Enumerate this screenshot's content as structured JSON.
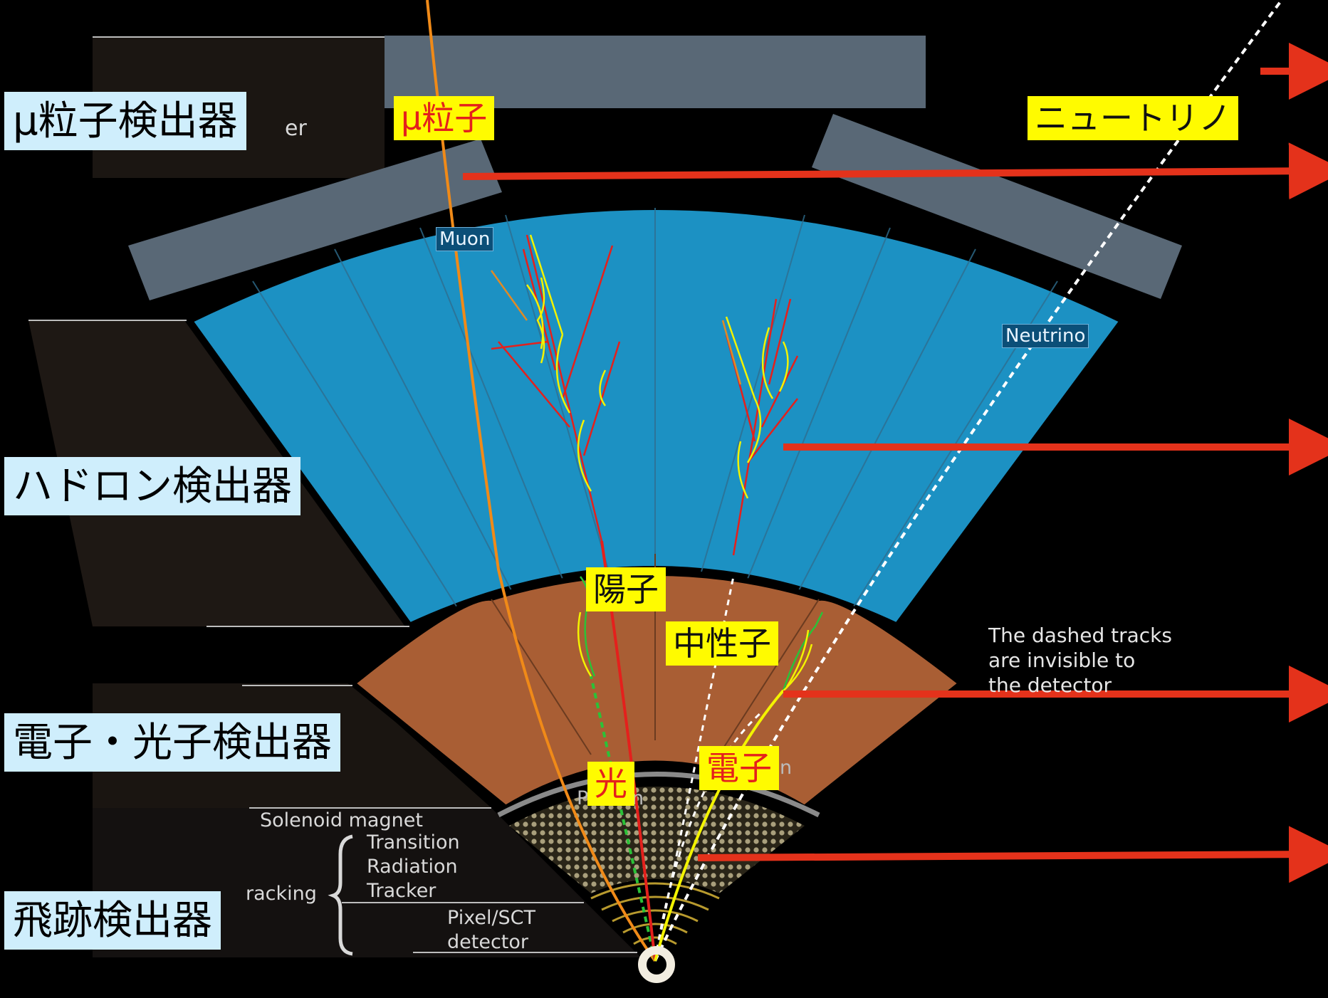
{
  "labels": {
    "muon_detector": "μ粒子検出器",
    "hadron_detector": "ハドロン検出器",
    "em_detector": "電子・光子検出器",
    "tracking_detector": "飛跡検出器"
  },
  "particles": {
    "muon": "μ粒子",
    "neutrino": "ニュートリノ",
    "proton": "陽子",
    "neutron": "中性子",
    "photon": "光",
    "electron": "電子"
  },
  "diagram_text": {
    "muon_box": "Muon",
    "neutrino_box": "Neutrino",
    "muon_spectrometer_partial": "er",
    "solenoid": "Solenoid magnet",
    "trt": "Transition\nRadiation\nTracker",
    "tracking_partial": "racking",
    "pixel": "Pixel/SCT\ndetector",
    "photon_partial": "Photon",
    "electron_partial": "n",
    "note": "The dashed tracks\nare invisible to\nthe detector"
  },
  "colors": {
    "hadron_cal": "#1c91c3",
    "em_cal": "#a95e34",
    "muon_chamber": "#596876",
    "arrow": "#e4321b",
    "label_bg": "#cfeefc",
    "tag_bg": "#fffb00"
  }
}
